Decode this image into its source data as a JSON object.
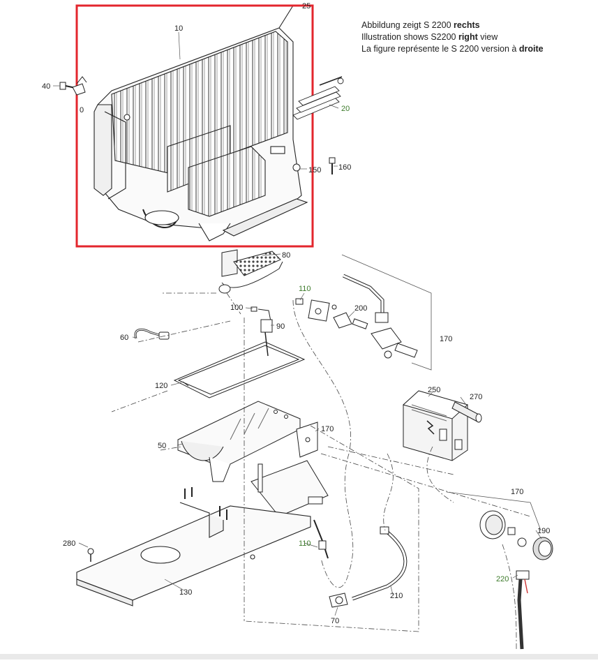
{
  "caption": {
    "de_prefix": "Abbildung zeigt S 2200 ",
    "de_bold": "rechts",
    "en_prefix": "Illustration shows S2200 ",
    "en_bold": "right",
    "en_suffix": " view",
    "fr_prefix": "La figure représente le S 2200 version à ",
    "fr_bold": "droite"
  },
  "highlight_color": "#e3262d",
  "green_label_color": "#3c7a2a",
  "parts": [
    {
      "id": "p10",
      "label": "10"
    },
    {
      "id": "p25",
      "label": "25"
    },
    {
      "id": "p40",
      "label": "40"
    },
    {
      "id": "p30",
      "label": "0"
    },
    {
      "id": "p20",
      "label": "20",
      "green": true
    },
    {
      "id": "p150",
      "label": "150"
    },
    {
      "id": "p160",
      "label": "160"
    },
    {
      "id": "p80",
      "label": "80"
    },
    {
      "id": "p110a",
      "label": "110",
      "green": true
    },
    {
      "id": "p200",
      "label": "200"
    },
    {
      "id": "p100",
      "label": "100"
    },
    {
      "id": "p90",
      "label": "90"
    },
    {
      "id": "p170a",
      "label": "170"
    },
    {
      "id": "p60",
      "label": "60"
    },
    {
      "id": "p120",
      "label": "120"
    },
    {
      "id": "p250",
      "label": "250"
    },
    {
      "id": "p270",
      "label": "270"
    },
    {
      "id": "p170b",
      "label": "170"
    },
    {
      "id": "p50",
      "label": "50"
    },
    {
      "id": "p170c",
      "label": "170"
    },
    {
      "id": "p190",
      "label": "190"
    },
    {
      "id": "p280",
      "label": "280"
    },
    {
      "id": "p110b",
      "label": "110",
      "green": true
    },
    {
      "id": "p220",
      "label": "220",
      "green": true
    },
    {
      "id": "p130",
      "label": "130"
    },
    {
      "id": "p210",
      "label": "210"
    },
    {
      "id": "p70",
      "label": "70"
    }
  ]
}
